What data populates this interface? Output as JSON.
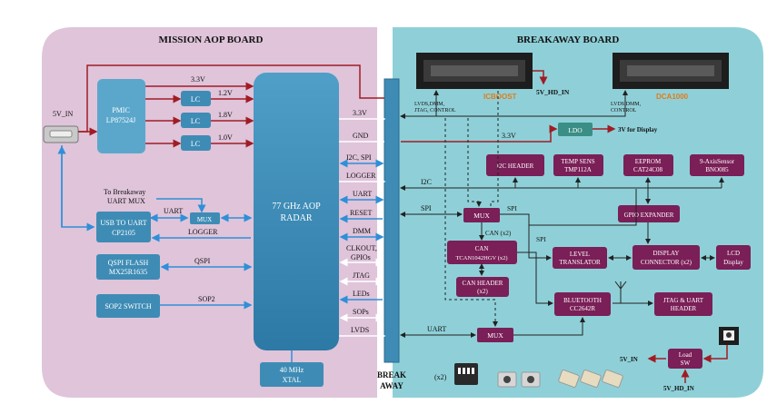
{
  "colors": {
    "left_board": "#dfc4da",
    "right_board": "#8fd0d8",
    "blue_block": "#3e8cb5",
    "blue_block_light": "#5ba7cc",
    "purple_block": "#7a1f57",
    "green_block": "#3a8e86",
    "red_line": "#a01c24",
    "blue_line": "#2f8fd8",
    "dark_line": "#222222",
    "orange_text": "#e07b1a"
  },
  "left_board": {
    "title": "MISSION AOP BOARD",
    "v5_in": "5V_IN",
    "pmic": [
      "PMIC",
      "LP87524J"
    ],
    "rails": [
      "3.3V",
      "1.2V",
      "1.8V",
      "1.0V"
    ],
    "lc": "LC",
    "radar": [
      "77 GHz AOP",
      "RADAR"
    ],
    "xtal": [
      "40 MHz",
      "XTAL"
    ],
    "to_breakaway": [
      "To Breakaway",
      "UART MUX"
    ],
    "uart": "UART",
    "mux": "MUX",
    "usb_uart": [
      "USB TO UART",
      "CP2105"
    ],
    "logger": "LOGGER",
    "qspi_flash": [
      "QSPI FLASH",
      "MX25R1635"
    ],
    "qspi": "QSPI",
    "sop2_switch": "SOP2 SWITCH",
    "sop2": "SOP2",
    "signals": [
      "3.3V",
      "GND",
      "I2C, SPI",
      "LOGGER",
      "UART",
      "RESET",
      "DMM",
      "CLKOUT,",
      "GPIOs",
      "JTAG",
      "LEDs",
      "SOPs",
      "LVDS"
    ],
    "break": "BREAK",
    "away": "AWAY"
  },
  "right_board": {
    "title": "BREAKAWAY BOARD",
    "icboost": "ICBOOST",
    "dca1000": "DCA1000",
    "v5_hd_in": "5V_HD_IN",
    "lvds_label": [
      "LVDS,DMM,",
      "JTAG, CONTROL"
    ],
    "lvds_label2": [
      "LVDS,DMM,",
      "CONTROL"
    ],
    "v33": "3.3V",
    "ldo": "LDO",
    "v3_display": "3V for Display",
    "i2c_header": "I2C HEADER",
    "temp_sens": [
      "TEMP SENS",
      "TMP112A"
    ],
    "eeprom": [
      "EEPROM",
      "CAT24C08"
    ],
    "axis_sensor": [
      "9-AxisSensor",
      "BNO085"
    ],
    "i2c": "I2C",
    "gpio_expander": "GPIO EXPANDER",
    "spi": "SPI",
    "mux": "MUX",
    "can_x2": "CAN (x2)",
    "can": [
      "CAN",
      "TCAN1042HGV (x2)"
    ],
    "can_header": [
      "CAN HEADER",
      "(x2)"
    ],
    "level_translator": [
      "LEVEL",
      "TRANSLATOR"
    ],
    "display_connector": [
      "DISPLAY",
      "CONNECTOR (x2)"
    ],
    "lcd": [
      "LCD",
      "Display"
    ],
    "bluetooth": [
      "BLUETOOTH",
      "CC2642R"
    ],
    "jtag_uart": [
      "JTAG & UART",
      "HEADER"
    ],
    "uart": "UART",
    "load_sw": [
      "Load",
      "SW"
    ],
    "v5_in": "5V_IN",
    "v5_hd_in_bottom": "5V_HD_IN",
    "x2": "(x2)"
  }
}
